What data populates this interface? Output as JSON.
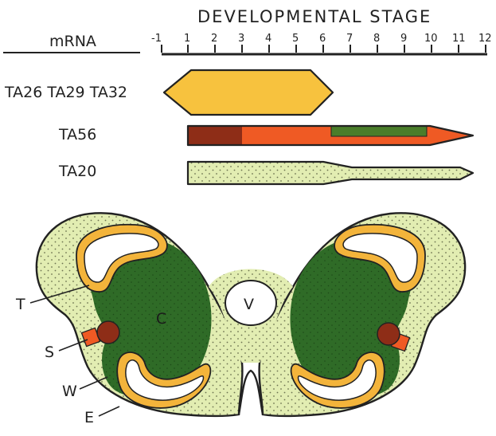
{
  "header": {
    "title": "DEVELOPMENTAL STAGE",
    "mrna_label": "mRNA",
    "ticks": [
      "-1",
      "1",
      "2",
      "3",
      "4",
      "5",
      "6",
      "7",
      "8",
      "9",
      "10",
      "11",
      "12"
    ]
  },
  "rows": [
    {
      "label": "TA26 TA29 TA32",
      "color": "#f7c23e",
      "start_stage": -1,
      "end_stage": 6.3
    },
    {
      "label": "TA56",
      "colors": [
        "#8e2d17",
        "#ef5a24",
        "#4a7d2a"
      ],
      "start_stage": 1,
      "end_stage": 11.5,
      "inner_start_stage": 6.2,
      "inner_end_stage": 9.7
    },
    {
      "label": "TA20",
      "color": "#e2edb2",
      "start_stage": 1,
      "end_stage": 11.5,
      "taper_stage": 6.2
    }
  ],
  "anther": {
    "labels": {
      "T": "T",
      "S": "S",
      "W": "W",
      "E": "E",
      "C": "C",
      "V": "V"
    },
    "colors": {
      "epidermis": "#e2edb2",
      "connective": "#2f6b27",
      "tapetum": "#f3b43b",
      "stomium_cell": "#8e2d17",
      "stomium_outer": "#ef5a24",
      "locule": "#ffffff"
    }
  }
}
